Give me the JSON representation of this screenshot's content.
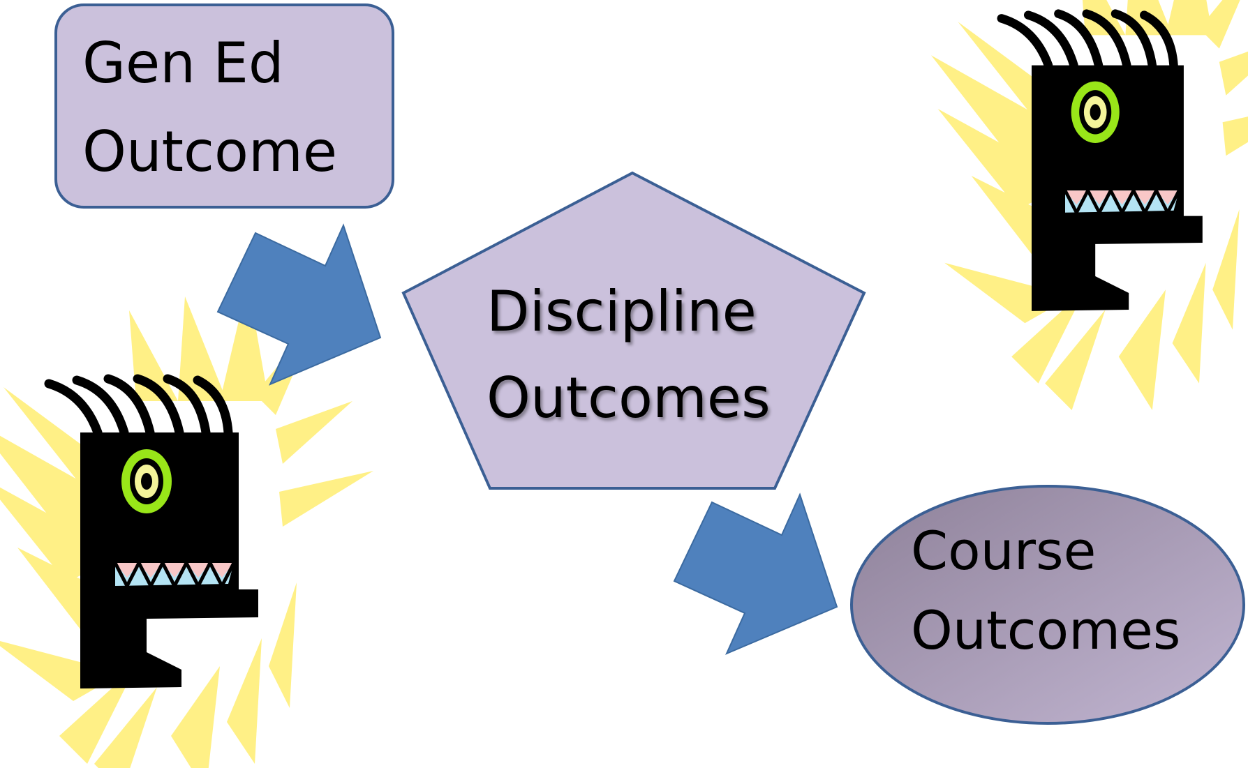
{
  "diagram": {
    "nodes": {
      "gen_ed": {
        "shape": "rounded-rectangle",
        "line1": "Gen Ed",
        "line2": "Outcome"
      },
      "discipline": {
        "shape": "pentagon",
        "line1": "Discipline",
        "line2": "Outcomes"
      },
      "course": {
        "shape": "ellipse",
        "line1": "Course",
        "line2": "Outcomes"
      }
    },
    "edges": [
      {
        "from": "gen_ed",
        "to": "discipline",
        "style": "block-arrow"
      },
      {
        "from": "discipline",
        "to": "course",
        "style": "block-arrow"
      }
    ],
    "decorations": [
      {
        "type": "monster-clipart",
        "location": "bottom-left"
      },
      {
        "type": "monster-clipart",
        "location": "top-right"
      }
    ]
  },
  "colors": {
    "node_fill": "#cbc1dc",
    "node_stroke": "#3b5f94",
    "arrow_fill": "#4f81bd",
    "course_fill_dark": "#8e8199",
    "course_fill_light": "#c2b6d2",
    "monster_body": "#000000",
    "monster_glow": "#fff086",
    "monster_eye": "#99e619",
    "monster_eye_center": "#f4f49a",
    "tooth_pink": "#f8c7c7",
    "tooth_blue": "#b4e4f4"
  }
}
